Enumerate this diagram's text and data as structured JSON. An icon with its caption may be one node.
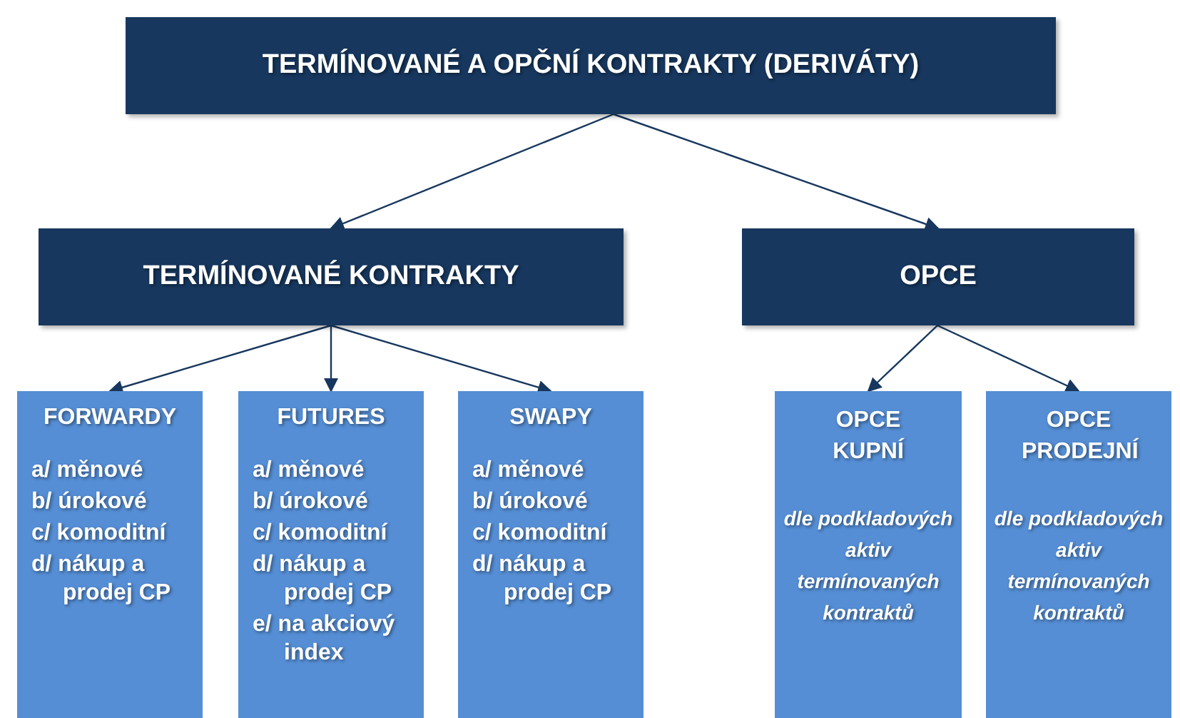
{
  "diagram": {
    "nodes": [
      {
        "text": [
          "TERMÍNOVANÉ A OPČNÍ KONTRAKTY (DERIVÁTY)"
        ]
      },
      {
        "text": [
          "TERMÍNOVANÉ KONTRAKTY"
        ]
      },
      {
        "text": [
          "OPCE"
        ]
      },
      {
        "text": [
          "FORWARDY",
          "a/ měnové",
          "b/ úrokové",
          "c/ komoditní",
          "d/ nákup a prodej CP"
        ]
      },
      {
        "text": [
          "FUTURES",
          "a/ měnové",
          "b/ úrokové",
          "c/ komoditní",
          "d/ nákup a prodej CP",
          "e/ na akciový index"
        ]
      },
      {
        "text": [
          "SWAPY",
          "a/ měnové",
          "b/ úrokové",
          "c/ komoditní",
          "d/ nákup a prodej CP"
        ]
      },
      {
        "text": [
          "OPCE KUPNÍ",
          "dle podkladových aktiv termínovaných kontraktů"
        ]
      },
      {
        "text": [
          "OPCE PRODEJNÍ",
          "dle podkladových aktiv termínovaných kontraktů"
        ]
      }
    ],
    "edges": [
      {
        "from": 0,
        "to": 1,
        "arrow": "to"
      },
      {
        "from": 0,
        "to": 2,
        "arrow": "to"
      },
      {
        "from": 1,
        "to": 3,
        "arrow": "to"
      },
      {
        "from": 1,
        "to": 4,
        "arrow": "to"
      },
      {
        "from": 1,
        "to": 5,
        "arrow": "to"
      },
      {
        "from": 2,
        "to": 6,
        "arrow": "to"
      },
      {
        "from": 2,
        "to": 7,
        "arrow": "to"
      }
    ]
  }
}
